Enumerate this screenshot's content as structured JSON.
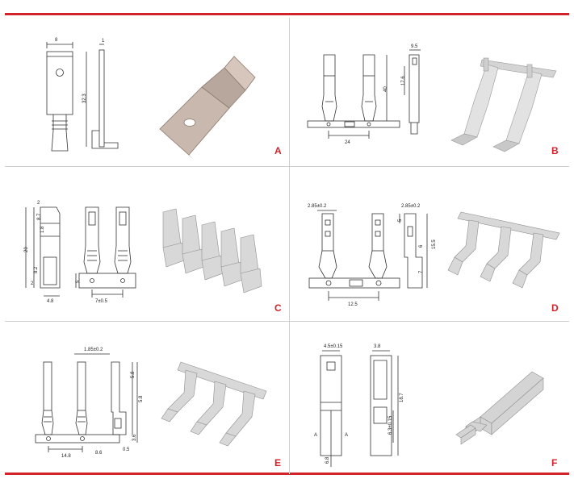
{
  "colors": {
    "accent": "#d2232a",
    "divider": "#cfcfcf",
    "line": "#333333",
    "metal": "#c9c9c9",
    "metal_dark": "#9a9a9a"
  },
  "panels": [
    {
      "label": "A",
      "dims": [
        "8",
        "1",
        "32.3"
      ]
    },
    {
      "label": "B",
      "dims": [
        "9.5",
        "40",
        "17.6",
        "24"
      ]
    },
    {
      "label": "C",
      "dims": [
        "8.7",
        "2",
        "1.8",
        "20",
        "8.2",
        "2",
        "5",
        "4.8",
        "7±0.5"
      ]
    },
    {
      "label": "D",
      "dims": [
        "2.85±0.2",
        "2.85±0.2",
        "5",
        "6",
        "15.5",
        "7",
        "12.5"
      ]
    },
    {
      "label": "E",
      "dims": [
        "1.85±0.2",
        "5.8",
        "14.8",
        "8.6",
        "6",
        "3.6",
        "0.5"
      ]
    },
    {
      "label": "F",
      "dims": [
        "4.5±0.15",
        "3.8",
        "A",
        "A",
        "18.7",
        "6.3±0.15",
        "6.8"
      ]
    }
  ]
}
